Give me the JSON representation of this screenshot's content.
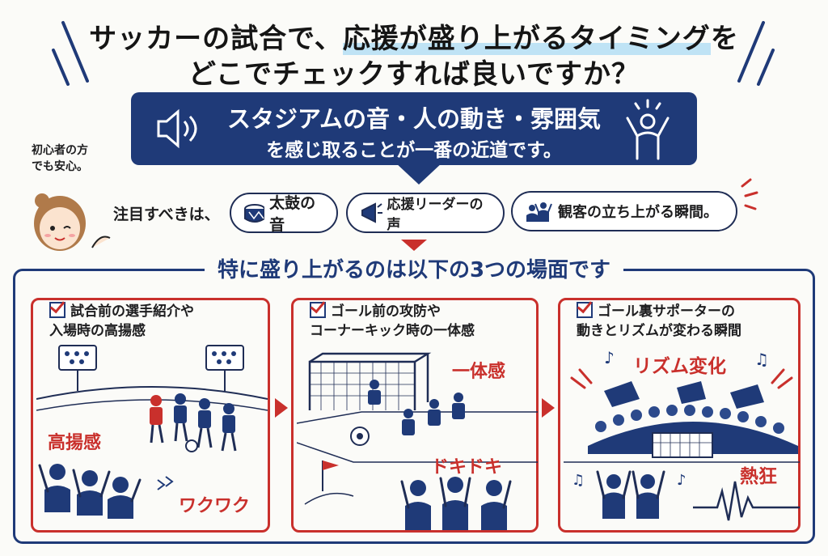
{
  "header": {
    "line1_a": "サッカーの試合で、",
    "line1_b": "応援が盛り上がるタイミング",
    "line1_c": "を",
    "line2": "どこでチェックすれば良いですか？"
  },
  "banner": {
    "line1": "スタジアムの音・人の動き・雰囲気",
    "line2": "を感じ取ることが一番の近道です。"
  },
  "character": {
    "bubble": "初心者の方\nでも安心。"
  },
  "focus": {
    "label": "注目すべきは、",
    "items": [
      {
        "label": "太鼓の音",
        "icon": "drum-icon"
      },
      {
        "label": "応援リーダーの声",
        "icon": "megaphone-icon"
      },
      {
        "label": "観客の立ち上がる瞬間。",
        "icon": "crowd-icon"
      }
    ]
  },
  "section": {
    "title": "特に盛り上がるのは以下の3つの場面です"
  },
  "panels": [
    {
      "title": "試合前の選手紹介や\n入場時の高揚感",
      "words": [
        "高揚感",
        "ワクワク"
      ]
    },
    {
      "title": "ゴール前の攻防や\nコーナーキック時の一体感",
      "words": [
        "一体感",
        "ドキドキ"
      ]
    },
    {
      "title": "ゴール裏サポーターの\n動きとリズムが変わる瞬間",
      "words": [
        "リズム変化",
        "熱狂"
      ]
    }
  ],
  "colors": {
    "navy": "#1f3a78",
    "red": "#c9302c",
    "highlight": "#bfe3f5"
  }
}
